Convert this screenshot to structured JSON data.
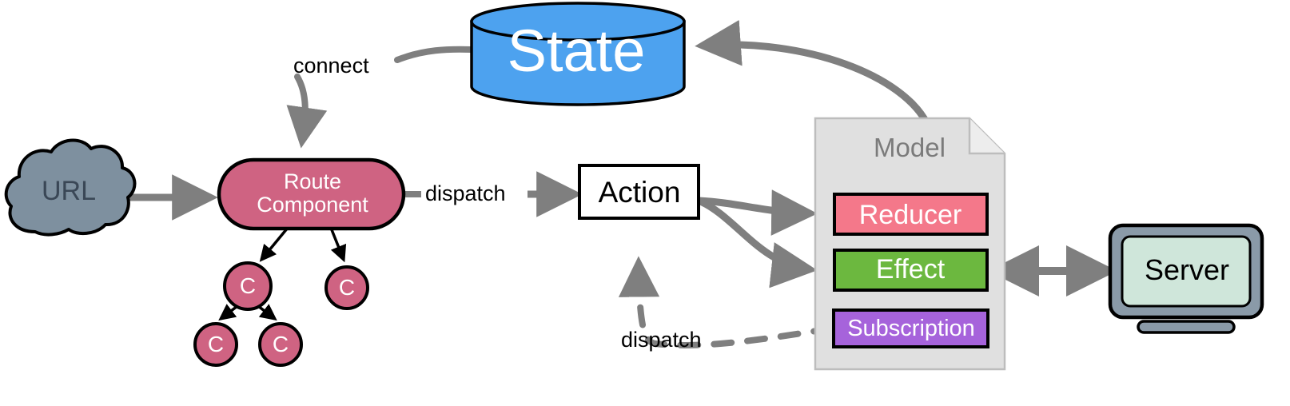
{
  "diagram": {
    "title": "Redux/NgRx data flow diagram",
    "background": "#ffffff",
    "palette": {
      "state_fill": "#4da2ef",
      "cloud_fill": "#7e909f",
      "route_fill": "#cf6382",
      "component_fill": "#cf6382",
      "action_fill": "#ffffff",
      "model_fill": "#e0e0e0",
      "reducer_fill": "#f4788a",
      "effect_fill": "#6cb83f",
      "subscription_fill": "#a663db",
      "server_bezel": "#8a9aa8",
      "server_screen": "#cfe6da",
      "arrow_gray": "#7f7f7f",
      "arrow_black": "#000000",
      "stroke_black": "#000000",
      "model_label_color": "#7b7b7b"
    },
    "nodes": [
      {
        "id": "state",
        "label": "State",
        "shape": "cylinder"
      },
      {
        "id": "url",
        "label": "URL",
        "shape": "cloud"
      },
      {
        "id": "route",
        "label": "Route\nComponent",
        "shape": "pill"
      },
      {
        "id": "action",
        "label": "Action",
        "shape": "rect"
      },
      {
        "id": "model",
        "label": "Model",
        "shape": "note"
      },
      {
        "id": "reducer",
        "label": "Reducer",
        "shape": "rect"
      },
      {
        "id": "effect",
        "label": "Effect",
        "shape": "rect"
      },
      {
        "id": "subscription",
        "label": "Subscription",
        "shape": "rect"
      },
      {
        "id": "server",
        "label": "Server",
        "shape": "monitor"
      },
      {
        "id": "c1",
        "label": "C",
        "shape": "circle"
      },
      {
        "id": "c2",
        "label": "C",
        "shape": "circle"
      },
      {
        "id": "c3",
        "label": "C",
        "shape": "circle"
      },
      {
        "id": "c4",
        "label": "C",
        "shape": "circle"
      }
    ],
    "edges": [
      {
        "id": "state-route",
        "from": "state",
        "to": "route",
        "label": "connect",
        "style": "solid",
        "arrow": "end"
      },
      {
        "id": "url-route",
        "from": "url",
        "to": "route",
        "label": "",
        "style": "solid",
        "arrow": "end"
      },
      {
        "id": "route-action",
        "from": "route",
        "to": "action",
        "label": "dispatch",
        "style": "solid",
        "arrow": "end"
      },
      {
        "id": "route-c1",
        "from": "route",
        "to": "c1",
        "label": "",
        "style": "solid",
        "arrow": "end"
      },
      {
        "id": "route-c2",
        "from": "route",
        "to": "c2",
        "label": "",
        "style": "solid",
        "arrow": "end"
      },
      {
        "id": "c1-c3",
        "from": "c1",
        "to": "c3",
        "label": "",
        "style": "solid",
        "arrow": "end"
      },
      {
        "id": "c1-c4",
        "from": "c1",
        "to": "c4",
        "label": "",
        "style": "solid",
        "arrow": "end"
      },
      {
        "id": "action-reducer",
        "from": "action",
        "to": "reducer",
        "label": "",
        "style": "solid",
        "arrow": "end"
      },
      {
        "id": "action-effect",
        "from": "action",
        "to": "effect",
        "label": "",
        "style": "solid",
        "arrow": "end"
      },
      {
        "id": "model-state",
        "from": "model",
        "to": "state",
        "label": "",
        "style": "solid",
        "arrow": "end"
      },
      {
        "id": "effect-server",
        "from": "effect",
        "to": "server",
        "label": "",
        "style": "solid",
        "arrow": "both"
      },
      {
        "id": "subscription-action",
        "from": "subscription",
        "to": "action",
        "label": "dispatch",
        "style": "dashed",
        "arrow": "end"
      }
    ],
    "labels": {
      "state": "State",
      "url": "URL",
      "route": "Route\nComponent",
      "action": "Action",
      "model": "Model",
      "reducer": "Reducer",
      "effect": "Effect",
      "subscription": "Subscription",
      "server": "Server",
      "component_letter": "C",
      "connect": "connect",
      "dispatch_route": "dispatch",
      "dispatch_subscription": "dispatch"
    }
  }
}
